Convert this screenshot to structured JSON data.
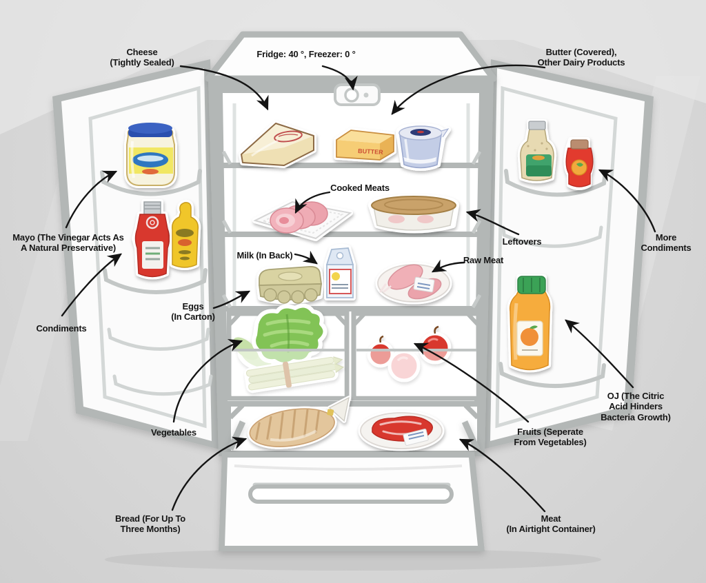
{
  "labels": {
    "cheese": "Cheese\n(Tightly Sealed)",
    "temperature": "Fridge: 40 °, Freezer: 0 °",
    "butter": "Butter (Covered),\nOther Dairy Products",
    "mayo": "Mayo (The Vinegar Acts As\nA Natural Preservative)",
    "condiments": "Condiments",
    "eggs": "Eggs\n(In Carton)",
    "cooked_meats": "Cooked Meats",
    "leftovers": "Leftovers",
    "milk": "Milk (In Back)",
    "raw_meat": "Raw Meat",
    "more_condiments": "More\nCondiments",
    "oj": "OJ (The Citric Acid Hinders\nBacteria Growth)",
    "vegetables": "Vegetables",
    "fruits": "Fruits (Seperate\nFrom Vegetables)",
    "bread": "Bread (For Up To\nThree Months)",
    "meat": "Meat\n(In Airtight Container)"
  },
  "butter_stick_text": "BUTTER",
  "palette": {
    "background": "#d8d8d8",
    "fridge_outline_gray": "#b3b7b6",
    "fridge_white": "#fdfdfd",
    "label_text": "#161616",
    "arrow": "#141414",
    "ketchup_red": "#d8382f",
    "mustard_yellow": "#f0c629",
    "oj_orange": "#f6ac3c",
    "lettuce_green": "#82c356",
    "butter_yellow": "#f6cd74"
  },
  "icons": [
    "cheese-wedge-icon",
    "butter-stick-icon",
    "yogurt-cup-icon",
    "mayo-jar-icon",
    "ketchup-bottle-icon",
    "mustard-bottle-icon",
    "dressing-bottle-icon",
    "sauce-bottle-icon",
    "orange-juice-bottle-icon",
    "egg-carton-icon",
    "milk-carton-icon",
    "raw-meat-plate-icon",
    "cooked-meats-tray-icon",
    "leftovers-container-icon",
    "lettuce-icon",
    "asparagus-bundle-icon",
    "apples-icon",
    "bread-loaf-icon",
    "steak-plate-icon",
    "temperature-control-icon"
  ]
}
